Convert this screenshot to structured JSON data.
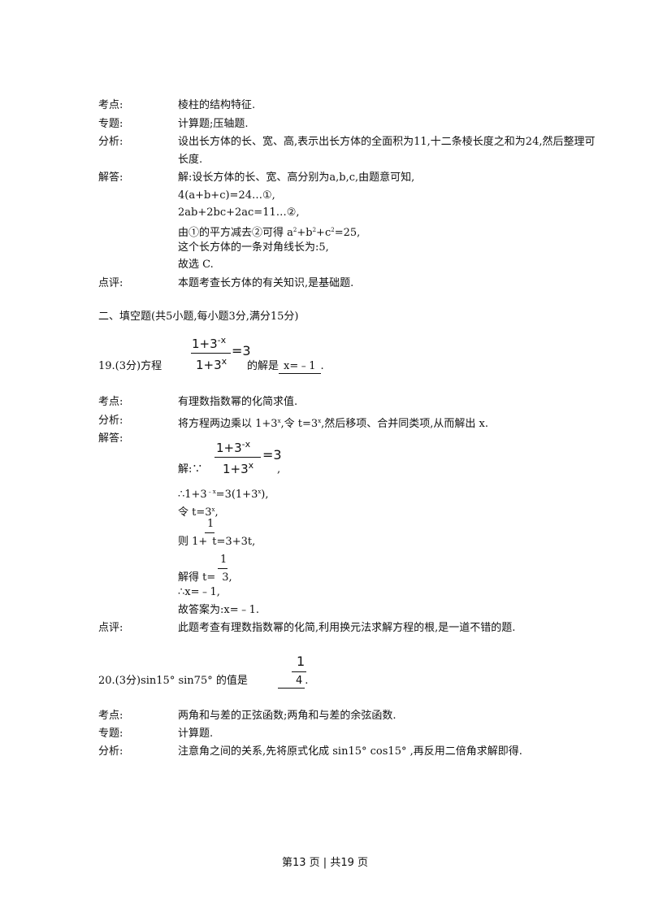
{
  "q18": {
    "kaodian_label": "考点:",
    "kaodian": "棱柱的结构特征.",
    "zhuanti_label": "专题:",
    "zhuanti": "计算题;压轴题.",
    "fenxi_label": "分析:",
    "fenxi_1": "设出长方体的长、宽、高,表示出长方体的全面积为11,十二条棱长度之和为24,然后整理可",
    "fenxi_2": "长度.",
    "jieda_label": "解答:",
    "jieda_1": "解:设长方体的长、宽、高分别为a,b,c,由题意可知,",
    "jieda_2": "4(a+b+c)=24…①,",
    "jieda_3": "2ab+2bc+2ac=11…②,",
    "jieda_4a": "由①的平方减去②可得 a",
    "jieda_4b": "+b",
    "jieda_4c": "+c",
    "jieda_4d": "=25,",
    "sq": "2",
    "jieda_5": "这个长方体的一条对角线长为:5,",
    "jieda_6": "故选 C.",
    "dianping_label": "点评:",
    "dianping": "本题考查长方体的有关知识,是基础题."
  },
  "section2": "二、填空题(共5小题,每小题3分,满分15分)",
  "q19": {
    "prefix": "19.(3分)方程",
    "num": "1+3",
    "num_exp": "-x",
    "den": "1+3",
    "den_exp": "x",
    "eq": "=3",
    "suffix": "的解是",
    "answer": "x=﹣1",
    "period": ".",
    "kaodian_label": "考点:",
    "kaodian": "有理数指数幂的化简求值.",
    "fenxi_label": "分析:",
    "fenxi_a": "将方程两边乘以 1+3",
    "fenxi_b": ",令 t=3",
    "fenxi_c": ",然后移项、合并同类项,从而解出 x.",
    "xsup": "x",
    "jieda_label": "解答:",
    "jie_prefix": "解:∵",
    "comma": ",",
    "step1a": "∴1+3",
    "step1sup": "﹣x",
    "step1b": "=3(1+3",
    "step1c": "),",
    "step2a": "令 t=3",
    "step2b": ",",
    "step3_one": "1",
    "step3_t": "t",
    "step3a": "则 1+",
    "step3b": "=3+3t,",
    "step4_one": "1",
    "step4_three": "3",
    "step4a": "解得 t=",
    "step4b": ",",
    "step5": "∴x=﹣1,",
    "step6": "故答案为:x=﹣1.",
    "dianping_label": "点评:",
    "dianping": "此题考查有理数指数幂的化简,利用换元法求解方程的根,是一道不错的题."
  },
  "q20": {
    "text": "20.(3分)sin15° sin75° 的值是",
    "one": "1",
    "four": "4",
    "period": ".",
    "kaodian_label": "考点:",
    "kaodian": "两角和与差的正弦函数;两角和与差的余弦函数.",
    "zhuanti_label": "专题:",
    "zhuanti": "计算题.",
    "fenxi_label": "分析:",
    "fenxi": "注意角之间的关系,先将原式化成 sin15° cos15° ,再反用二倍角求解即得."
  },
  "footer": "第13 页 | 共19 页"
}
